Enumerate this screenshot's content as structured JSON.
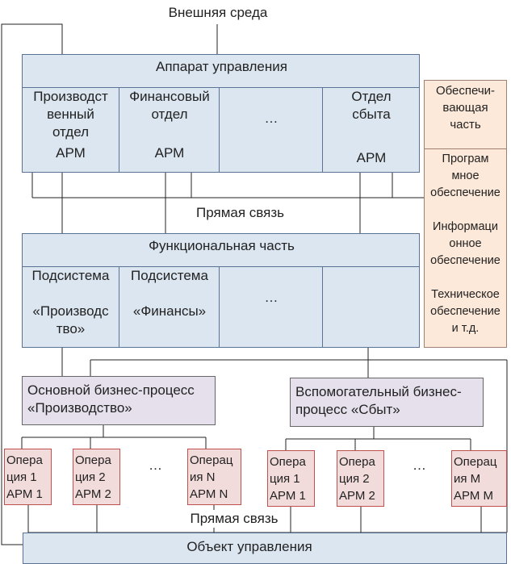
{
  "external_env": "Внешняя среда",
  "management_apparatus": {
    "title": "Аппарат управления",
    "departments": [
      {
        "name": "Производст\nвенный\nотдел",
        "arm": "АРМ"
      },
      {
        "name": "Финансовый\nотдел",
        "arm": "АРМ"
      },
      {
        "name": "…",
        "arm": ""
      },
      {
        "name": "Отдел\nсбыта",
        "arm": "АРМ"
      }
    ]
  },
  "direct_link_top": "Прямая связь",
  "functional_part": {
    "title": "Функциональная часть",
    "subsystems": [
      {
        "name": "Подсистема\n\n«Производс\nтво»"
      },
      {
        "name": "Подсистема\n\n«Финансы»"
      },
      {
        "name": "…"
      },
      {
        "name": ""
      }
    ]
  },
  "support_part": {
    "title": "Обеспечи-\nвающая\nчасть",
    "items": "Програм\nмное\nобеспечение\n\nИнформаци\nонное\nобеспечение\n\nТехническое\nобеспечение\nи т.д."
  },
  "main_process": "Основной бизнес-процесс\n«Производство»",
  "aux_process": "Вспомогательный бизнес-\nпроцесс «Сбыт»",
  "operations_left": [
    {
      "label": "Опера\nция 1\nАРМ 1"
    },
    {
      "label": "Опера\nция 2\nАРМ 2"
    },
    {
      "label": "…"
    },
    {
      "label": "Операц\nия N\nАРМ N"
    }
  ],
  "operations_right": [
    {
      "label": "Опера\nция 1\nАРМ 1"
    },
    {
      "label": "Опера\nция 2\nАРМ 2"
    },
    {
      "label": "…"
    },
    {
      "label": "Операц\nия M\nАРМ M"
    }
  ],
  "direct_link_bottom": "Прямая связь",
  "control_object": "Объект управления",
  "colors": {
    "blue_fill": "#dce6f1",
    "peach_fill": "#fde9d9",
    "lavender_fill": "#e6e0ec",
    "pink_fill": "#f2dcdb",
    "pink_border": "#c0504d"
  }
}
